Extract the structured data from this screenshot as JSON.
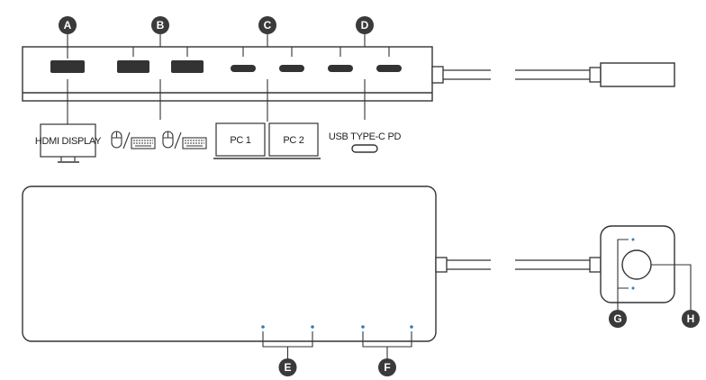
{
  "callouts": {
    "a": "A",
    "b": "B",
    "c": "C",
    "d": "D",
    "e": "E",
    "f": "F",
    "g": "G",
    "h": "H"
  },
  "labels": {
    "hdmi_display": "HDMI DISPLAY",
    "pc1": "PC 1",
    "pc2": "PC 2",
    "usb_pd": "USB TYPE-C PD"
  },
  "icons": [
    "hdmi-port-icon",
    "usb-a-port-icon",
    "usb-c-port-icon",
    "monitor-icon",
    "mouse-icon",
    "keyboard-icon",
    "laptop-icon",
    "usb-c-connector-icon",
    "switch-button-icon",
    "led-indicator-icon"
  ],
  "colors": {
    "stroke": "#333333",
    "badge": "#3a3a3a",
    "port": "#333333",
    "led": "#2a7fc0"
  }
}
